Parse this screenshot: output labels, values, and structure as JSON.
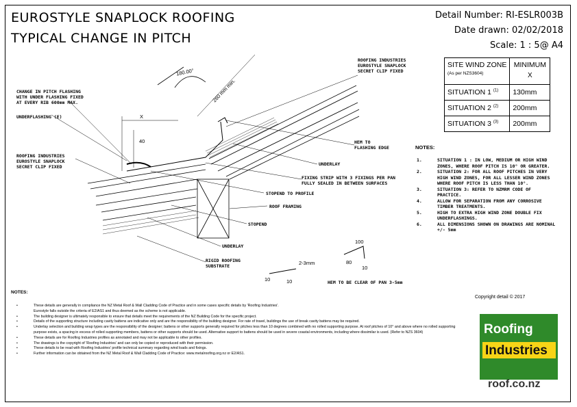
{
  "header": {
    "title_line1": "EUROSTYLE SNAPLOCK ROOFING",
    "title_line2": "TYPICAL CHANGE IN PITCH",
    "detail_number": "Detail Number:  RI-ESLR003B",
    "date_drawn": "Date drawn:  02/02/2018",
    "scale": "Scale:   1 : 5@ A4"
  },
  "drawing": {
    "labels": {
      "flashing": [
        "CHANGE IN PITCH FLASHING",
        "WITH UNDER FLASHING FIXED",
        "AT EVERY RIB 600mm MAX."
      ],
      "underflashing": "UNDERFLASHING (E)",
      "clip_left": [
        "ROOFING INDUSTRIES",
        "EUROSTYLE SNAPLOCK",
        "SECRET CLIP FIXED"
      ],
      "clip_right": [
        "ROOFING INDUSTRIES",
        "EUROSTYLE SNAPLOCK",
        "SECRET CLIP FIXED"
      ],
      "hem": [
        "HEM TO",
        "FLASHING EDGE"
      ],
      "underlay_top": "UNDERLAY",
      "fixing_strip": [
        "FIXING STRIP WITH 3 FIXINGS PER PAN",
        "FULLY SEALED IN BETWEEN SURFACES"
      ],
      "stopend_profile": "STOPEND TO PROFILE",
      "roof_framing": "ROOF FRAMING",
      "stopend": "STOPEND",
      "underlay_bottom": "UNDERLAY",
      "rigid": [
        "RIGID ROOFING",
        "SUBSTRATE"
      ],
      "hem_clear": "HEM TO BE CLEAR OF PAN 3-5mm"
    },
    "dims": {
      "angle": "180.00°",
      "length": "260 mm min.",
      "x": "X",
      "forty": "40",
      "gap": "2-3mm",
      "ten_a": "10",
      "ten_b": "10",
      "hundred": "100",
      "eighty": "80",
      "ten_c": "10"
    }
  },
  "wind_table": {
    "header_zone": "SITE WIND ZONE",
    "header_zone_sub": "(As per NZS3604)",
    "header_min": "MINIMUM",
    "header_min_sub": "X",
    "rows": [
      {
        "label": "SITUATION 1",
        "sup": "(1)",
        "value": "130mm"
      },
      {
        "label": "SITUATION 2",
        "sup": "(2)",
        "value": "200mm"
      },
      {
        "label": "SITUATION 3",
        "sup": "(3)",
        "value": "200mm"
      }
    ]
  },
  "right_notes": {
    "title": "NOTES:",
    "items": [
      {
        "num": "1.",
        "text": "SITUATION 1 : IN LOW, MEDIUM OR HIGH WIND ZONES, WHERE ROOF PITCH IS 10° OR GREATER."
      },
      {
        "num": "2.",
        "text": "SITUATION 2: FOR ALL ROOF PITCHES IN VERY HIGH WIND ZONES, FOR ALL LESSER WIND ZONES WHERE ROOF PITCH IS LESS THAN 10°."
      },
      {
        "num": "3.",
        "text": "SITUATION 3: REFER TO NZMRM CODE OF PRACTICE."
      },
      {
        "num": "4.",
        "text": "ALLOW FOR SEPARATION FROM ANY CORROSIVE TIMBER TREATMENTS."
      },
      {
        "num": "5.",
        "text": "HIGH TO EXTRA HIGH WIND ZONE DOUBLE FIX UNDERFLASHINGS."
      },
      {
        "num": "6.",
        "text": "ALL DIMENSIONS SHOWN ON DRAWINGS ARE NOMINAL +/- 5mm"
      }
    ]
  },
  "bottom_notes": {
    "title": "NOTES:",
    "items": [
      "These details are generally in compliance the NZ Metal Roof & Wall Cladding Code of Practice and in some cases specific details by 'Roofing Industries'.",
      "Eurostyle falls outside the criteria of E2/AS1 and thus deemed as the scheme is not applicable.",
      "The building designer is ultimately responsible to ensure that details meet the requirements of the NZ Building Code for the specific project.",
      "Details of the supporting structure including cavity battens are indicative only and are the responsibility of the building designer. For rate of travel, buildings the use of break cavity battens may be required.",
      "Underlay selection and building wrap types are the responsibility of the designer; battens or other supports generally required for pitches less than 10 degrees combined with no rolled supporting purpose. At roof pitches of 10° and above where no rolled supporting purpose exists, a spacing in excess of rolled supporting members, battens or other supports should be used. Alternative support to battens should be used in severe coastal environments, including where dissimilar is used.  (Refer to NZS 3604)",
      "These details are for Roofing Industries profiles as annotated and may not be applicable to other profiles.",
      "The drawings is the copyright of 'Roofing Industries' and can only be copied or reproduced with their permission.",
      "These details to be read with Roofing Industries' profile technical summary regarding wind loads and fixings.",
      "Further information can be obtained from the NZ Metal Roof & Wall Cladding Code of Practice:  www.metalroofing.org.nz or E2/AS1."
    ]
  },
  "footer": {
    "copyright": "Copyright detail   ©   2017",
    "logo_word1": "Roofing",
    "logo_word2": "Industries",
    "logo_url": "roof.co.nz"
  },
  "colors": {
    "logo_green": "#2f8a2a",
    "logo_yellow": "#f7d417"
  }
}
